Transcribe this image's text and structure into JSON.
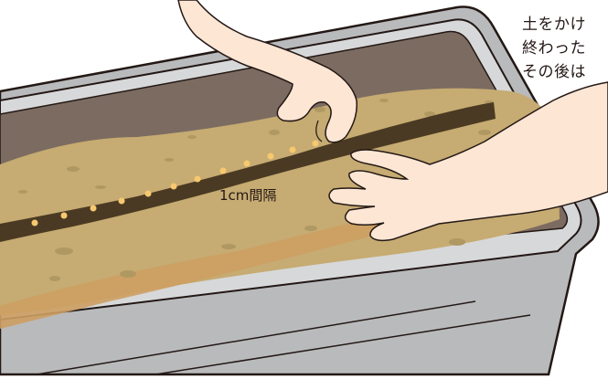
{
  "caption": {
    "lines": [
      "土をかけ",
      "終わった",
      "その後は"
    ]
  },
  "labels": {
    "spacing": "1cm間隔"
  },
  "colors": {
    "tray_outer": "#b9babc",
    "tray_rim": "#d7d8d9",
    "tray_inner_wall": "#7c6b61",
    "soil": "#c6ab72",
    "soil_pebble": "#b09862",
    "furrow": "#4b3a23",
    "seed": "#f7c86f",
    "skin": "#fde6d4",
    "outline": "#231815",
    "text": "#231815"
  },
  "icons": {
    "left_hand": "pinching-hand-icon",
    "right_hand": "flat-hand-icon"
  }
}
